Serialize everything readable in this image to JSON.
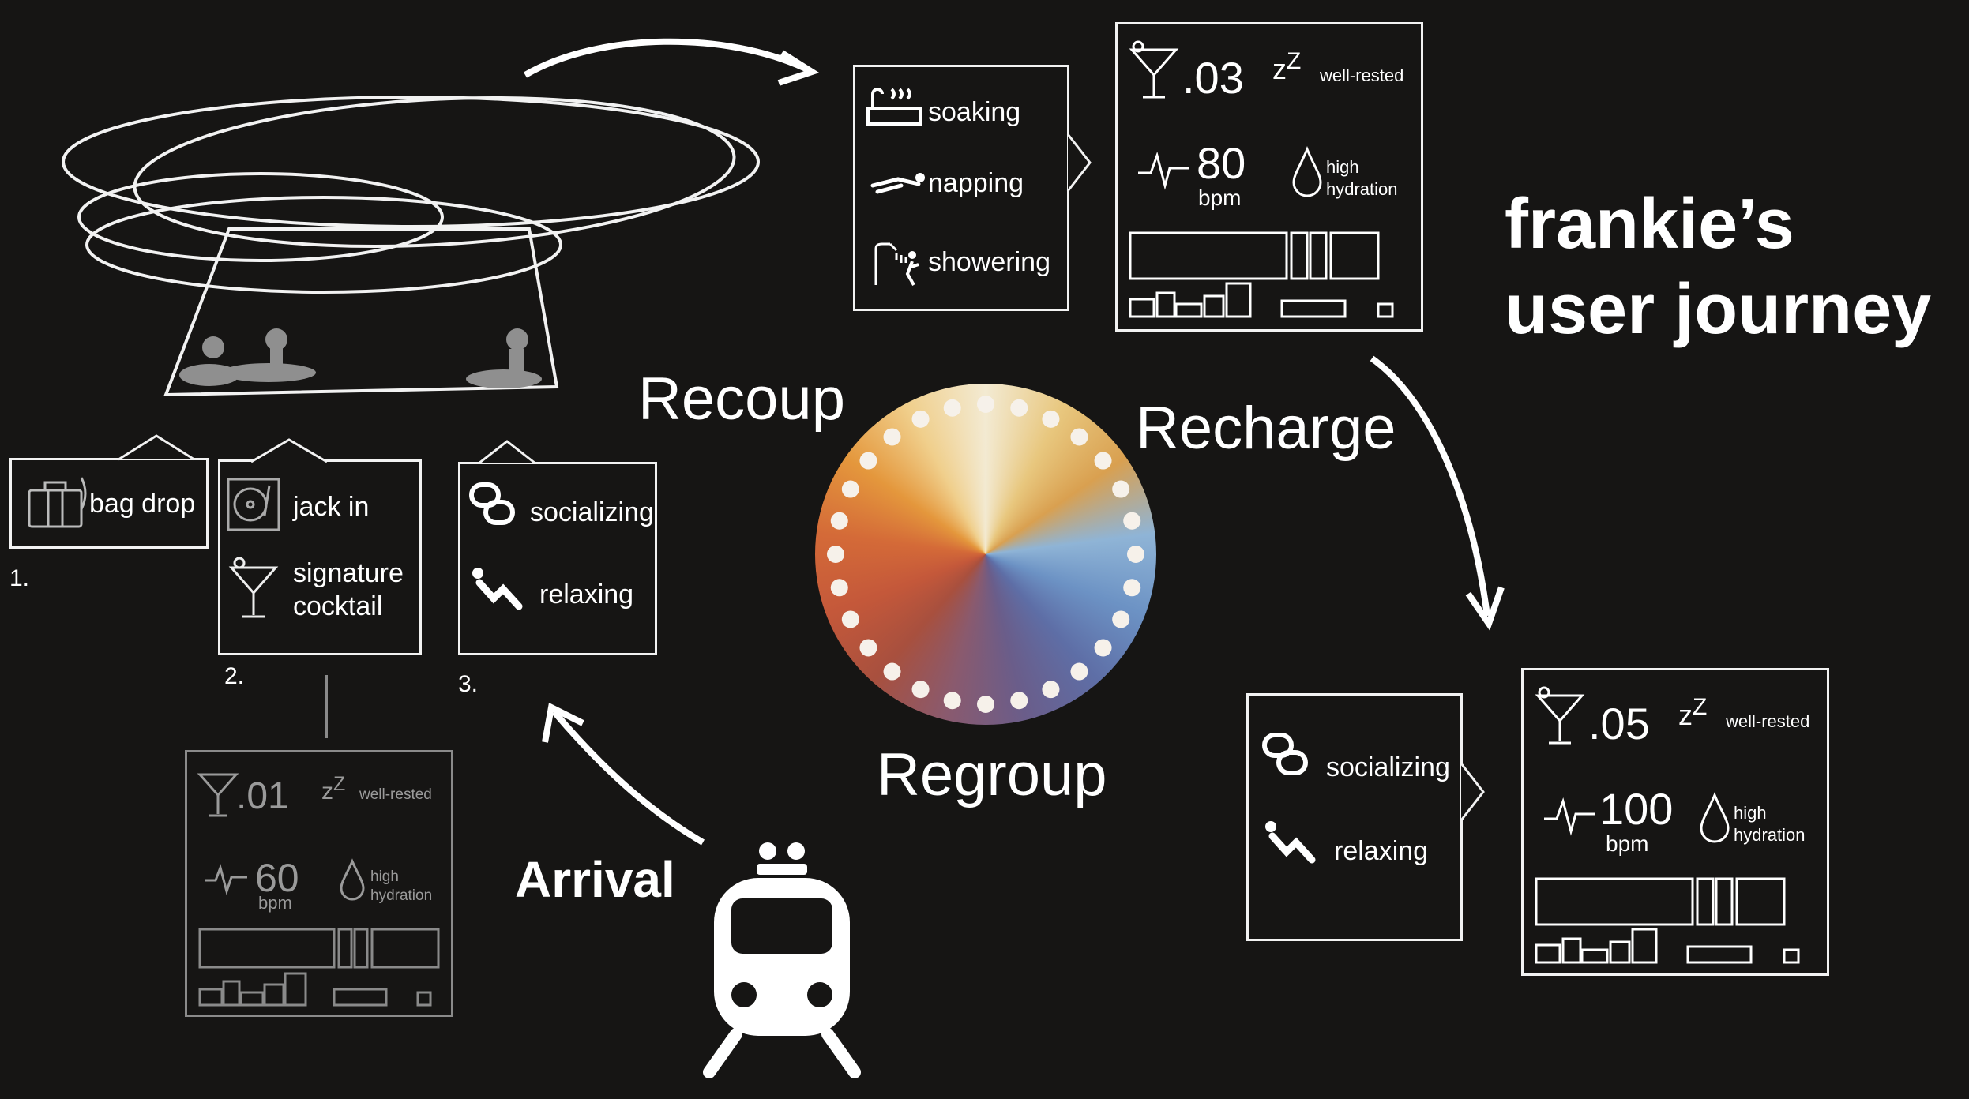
{
  "title": {
    "line1": "frankie’s",
    "line2": "user journey"
  },
  "phases": {
    "recoup": "Recoup",
    "recharge": "Recharge",
    "regroup": "Regroup",
    "arrival": "Arrival"
  },
  "steps": [
    {
      "number": "1.",
      "items": [
        "bag drop"
      ]
    },
    {
      "number": "2.",
      "items": [
        "jack in",
        "signature",
        "cocktail"
      ]
    },
    {
      "number": "3.",
      "items": [
        "socializing",
        "relaxing"
      ]
    }
  ],
  "recoup_activities": [
    "soaking",
    "napping",
    "showering"
  ],
  "regroup_activities": [
    "socializing",
    "relaxing"
  ],
  "stats": {
    "arrival": {
      "bac": ".01",
      "sleep": "well-rested",
      "bpm_value": "60",
      "bpm_unit": "bpm",
      "hydration_line1": "high",
      "hydration_line2": "hydration"
    },
    "recharge": {
      "bac": ".03",
      "sleep": "well-rested",
      "bpm_value": "80",
      "bpm_unit": "bpm",
      "hydration_line1": "high",
      "hydration_line2": "hydration"
    },
    "regroup": {
      "bac": ".05",
      "sleep": "well-rested",
      "bpm_value": "100",
      "bpm_unit": "bpm",
      "hydration_line1": "high",
      "hydration_line2": "hydration"
    }
  },
  "icons": [
    "suitcase-icon",
    "turntable-icon",
    "cocktail-icon",
    "chat-bubbles-icon",
    "reclining-person-icon",
    "bathtub-icon",
    "sleeping-person-icon",
    "shower-icon",
    "zzz-icon",
    "heartbeat-icon",
    "water-drop-icon",
    "train-icon",
    "color-wheel-icon",
    "arrow-icon"
  ],
  "colors": {
    "background": "#161514",
    "foreground": "#ffffff",
    "dimmed": "#8a8a8a"
  }
}
